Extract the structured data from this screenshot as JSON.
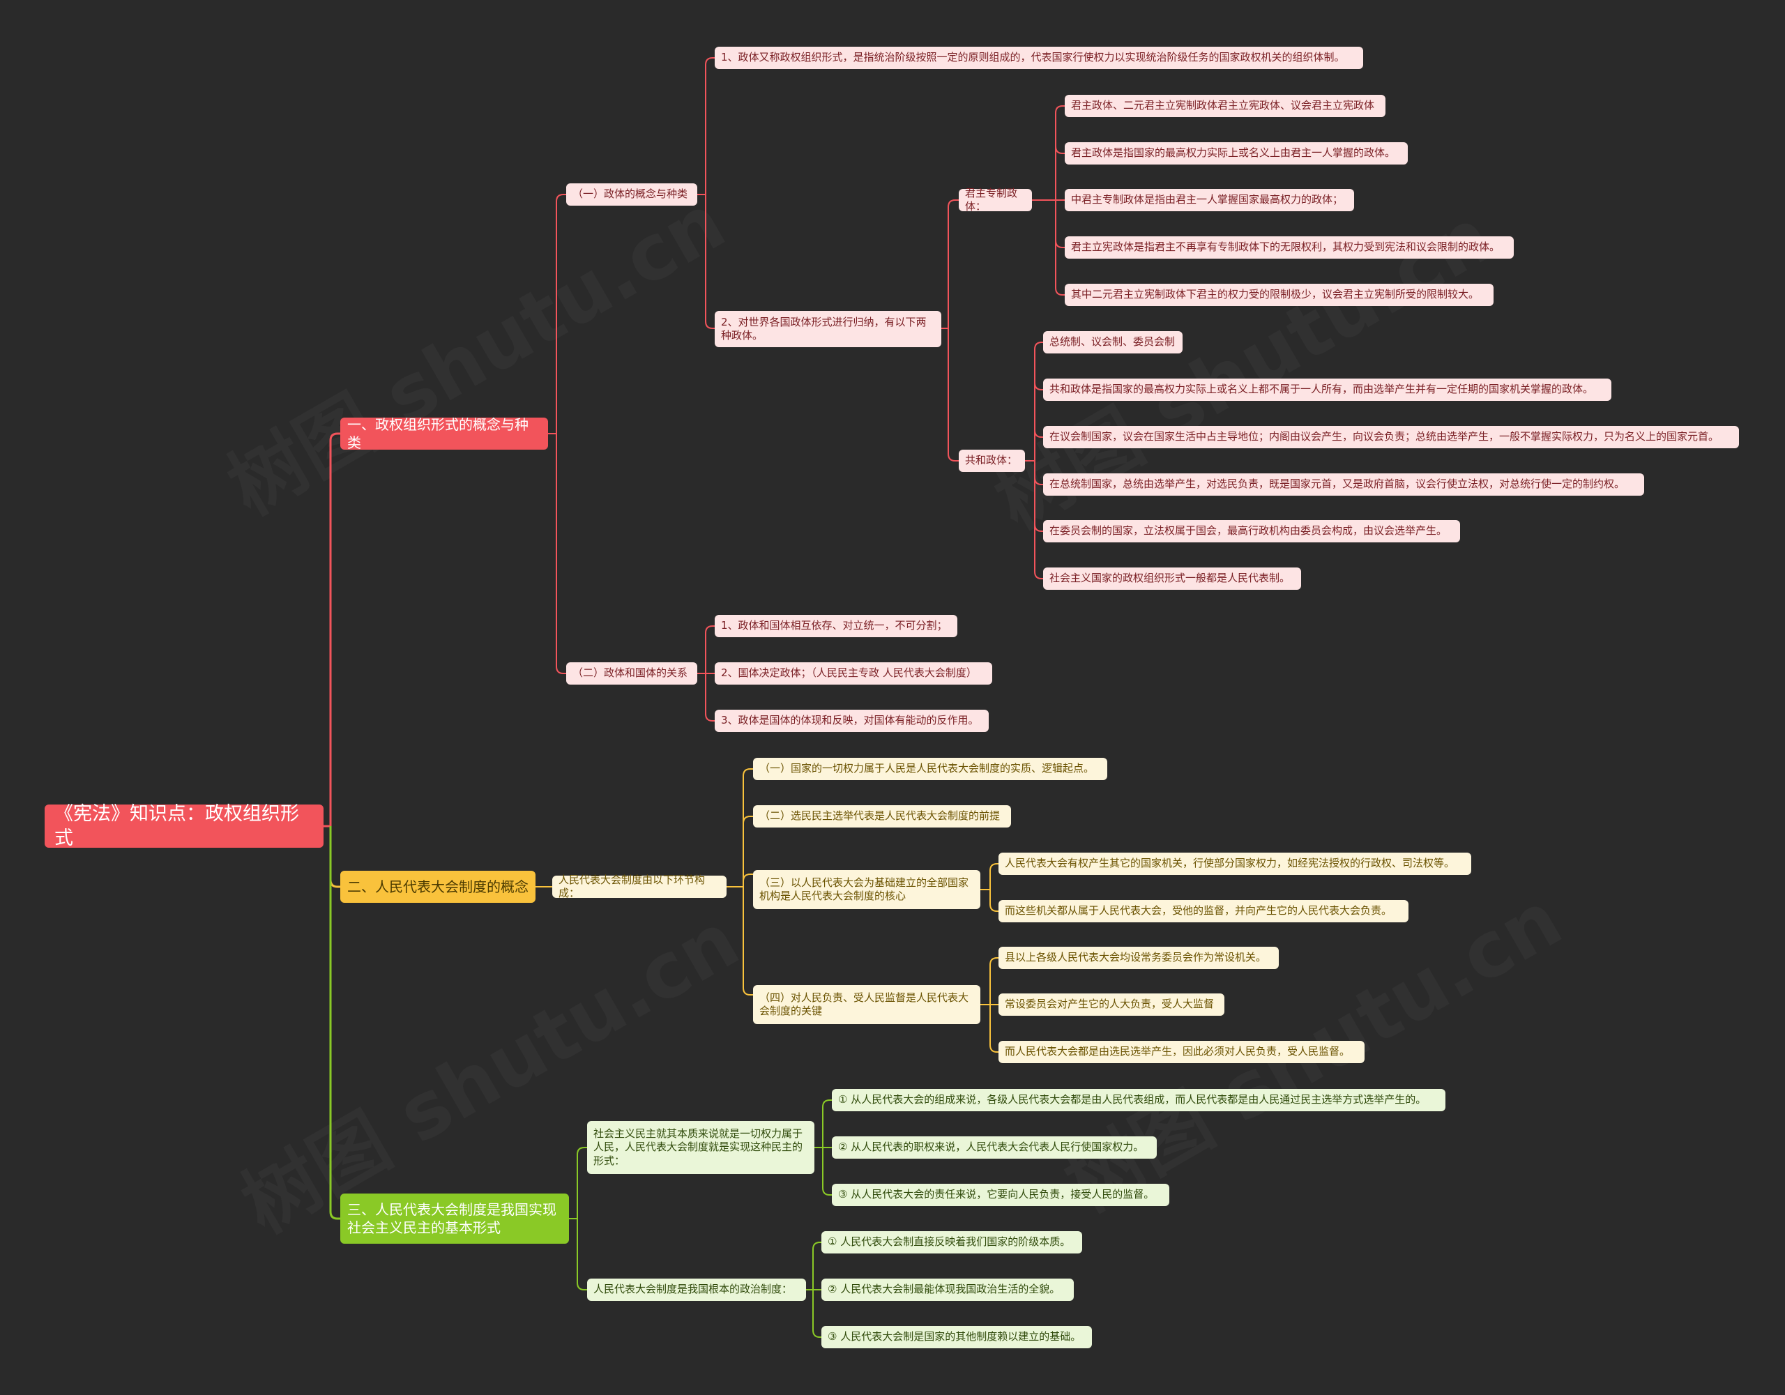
{
  "colors": {
    "background": "#2a2a2a",
    "branch1": "#f2545b",
    "branch2": "#f9c23c",
    "branch3": "#8ac926"
  },
  "watermark": "树图 shutu.cn",
  "root": "《宪法》知识点：政权组织形式",
  "branch1": {
    "title": "一、政权组织形式的概念与种类",
    "sub1": {
      "title": "（一）政体的概念与种类",
      "item1": "1、政体又称政权组织形式，是指统治阶级按照一定的原则组成的，代表国家行使权力以实现统治阶级任务的国家政权机关的组织体制。",
      "item2": "2、对世界各国政体形式进行归纳，有以下两种政体。",
      "monarchy": {
        "title": "君主专制政体：",
        "items": [
          "君主政体、二元君主立宪制政体君主立宪政体、议会君主立宪政体",
          "君主政体是指国家的最高权力实际上或名义上由君主一人掌握的政体。",
          "中君主专制政体是指由君主一人掌握国家最高权力的政体；",
          "君主立宪政体是指君主不再享有专制政体下的无限权利，其权力受到宪法和议会限制的政体。",
          "其中二元君主立宪制政体下君主的权力受的限制极少，议会君主立宪制所受的限制较大。"
        ]
      },
      "republic": {
        "title": "共和政体：",
        "items": [
          "总统制、议会制、委员会制",
          "共和政体是指国家的最高权力实际上或名义上都不属于一人所有，而由选举产生并有一定任期的国家机关掌握的政体。",
          "在议会制国家，议会在国家生活中占主导地位；内阁由议会产生，向议会负责；总统由选举产生，一般不掌握实际权力，只为名义上的国家元首。",
          "在总统制国家，总统由选举产生，对选民负责，既是国家元首，又是政府首脑，议会行使立法权，对总统行使一定的制约权。",
          "在委员会制的国家，立法权属于国会，最高行政机构由委员会构成，由议会选举产生。",
          "社会主义国家的政权组织形式一般都是人民代表制。"
        ]
      }
    },
    "sub2": {
      "title": "（二）政体和国体的关系",
      "items": [
        "1、政体和国体相互依存、对立统一，不可分割；",
        "2、国体决定政体；（人民民主专政 人民代表大会制度）",
        "3、政体是国体的体现和反映，对国体有能动的反作用。"
      ]
    }
  },
  "branch2": {
    "title": "二、人民代表大会制度的概念",
    "hub": "人民代表大会制度由以下环节构成：",
    "c1": "（一）国家的一切权力属于人民是人民代表大会制度的实质、逻辑起点。",
    "c2": "（二）选民民主选举代表是人民代表大会制度的前提",
    "c3": {
      "title": "（三）以人民代表大会为基础建立的全部国家机构是人民代表大会制度的核心",
      "items": [
        "人民代表大会有权产生其它的国家机关，行使部分国家权力，如经宪法授权的行政权、司法权等。",
        "而这些机关都从属于人民代表大会，受他的监督，并向产生它的人民代表大会负责。"
      ]
    },
    "c4": {
      "title": "（四）对人民负责、受人民监督是人民代表大会制度的关键",
      "items": [
        "县以上各级人民代表大会均设常务委员会作为常设机关。",
        "常设委员会对产生它的人大负责，受人大监督",
        "而人民代表大会都是由选民选举产生，因此必须对人民负责，受人民监督。"
      ]
    }
  },
  "branch3": {
    "title": "三、人民代表大会制度是我国实现社会主义民主的基本形式",
    "s1": {
      "title": "社会主义民主就其本质来说就是一切权力属于人民，人民代表大会制度就是实现这种民主的形式：",
      "items": [
        "① 从人民代表大会的组成来说，各级人民代表大会都是由人民代表组成，而人民代表都是由人民通过民主选举方式选举产生的。",
        "② 从人民代表的职权来说，人民代表大会代表人民行使国家权力。",
        "③ 从人民代表大会的责任来说，它要向人民负责，接受人民的监督。"
      ]
    },
    "s2": {
      "title": "人民代表大会制度是我国根本的政治制度：",
      "items": [
        "① 人民代表大会制直接反映着我们国家的阶级本质。",
        "② 人民代表大会制最能体现我国政治生活的全貌。",
        "③ 人民代表大会制是国家的其他制度赖以建立的基础。"
      ]
    }
  }
}
